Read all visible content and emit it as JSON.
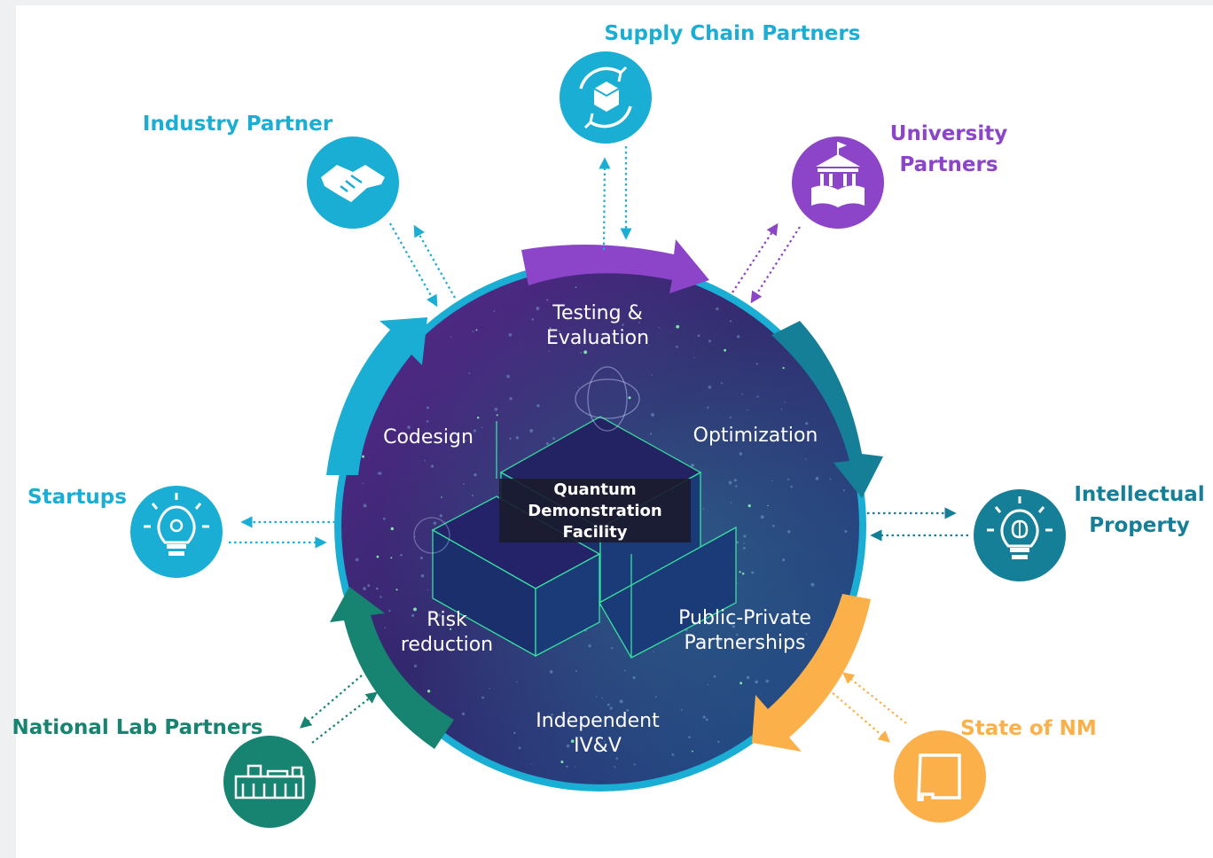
{
  "colors": {
    "cyan": "#1aaed4",
    "purple": "#8c45c9",
    "teal": "#167f98",
    "green": "#168470",
    "orange": "#fbb04a",
    "deep_purple": "#3d1f6e",
    "deep_blue": "#20377a"
  },
  "center": {
    "title_line1": "Quantum",
    "title_line2": "Demonstration",
    "title_line3": "Facility"
  },
  "cycle": {
    "testing_line1": "Testing &",
    "testing_line2": "Evaluation",
    "optimization": "Optimization",
    "ppp_line1": "Public-Private",
    "ppp_line2": "Partnerships",
    "ivv_line1": "Independent",
    "ivv_line2": "IV&V",
    "risk_line1": "Risk",
    "risk_line2": "reduction",
    "codesign": "Codesign"
  },
  "partners": {
    "supply_chain": {
      "label": "Supply Chain Partners",
      "icon": "cycle-box-icon"
    },
    "industry": {
      "label": "Industry Partner",
      "icon": "handshake-icon"
    },
    "university": {
      "label_line1": "University",
      "label_line2": "Partners",
      "icon": "university-icon"
    },
    "startups": {
      "label": "Startups",
      "icon": "lightbulb-gear-icon"
    },
    "ip": {
      "label_line1": "Intellectual",
      "label_line2": "Property",
      "icon": "lightbulb-brain-icon"
    },
    "national_lab": {
      "label": "National Lab Partners",
      "icon": "lab-building-icon"
    },
    "state_nm": {
      "label": "State of NM",
      "icon": "new-mexico-icon"
    }
  }
}
